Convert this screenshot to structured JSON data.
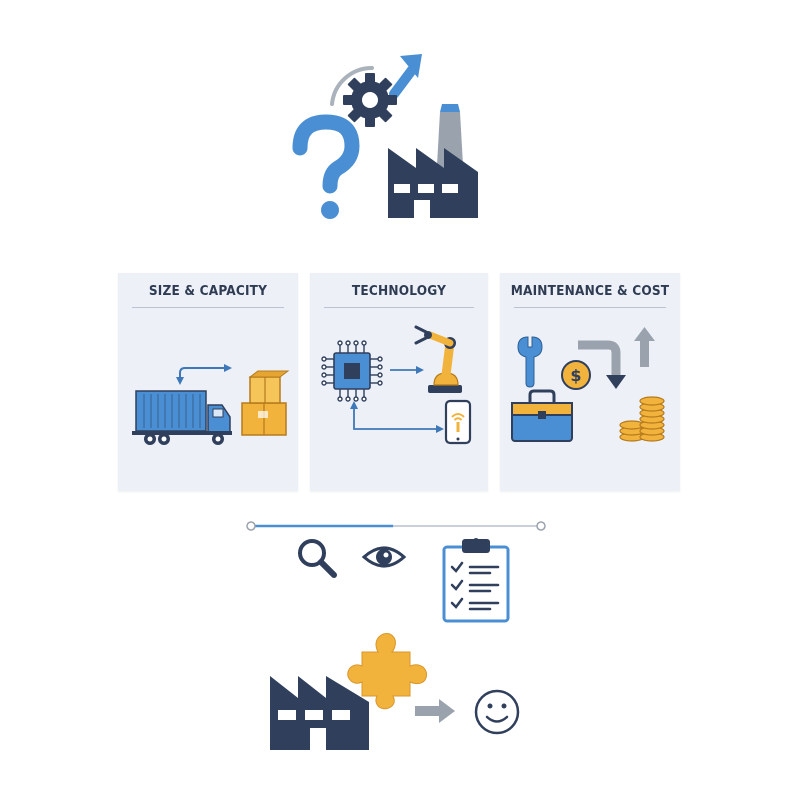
{
  "colors": {
    "navy": "#2f3f5c",
    "blue": "#4a8fd4",
    "blue_dark": "#3f78b8",
    "amber": "#f2b33d",
    "amber_dark": "#d9962a",
    "gray": "#9aa3ad",
    "panel_bg": "#edf1f7"
  },
  "icons": {
    "top": [
      "question-mark-icon",
      "gear-icon",
      "growth-arrow-icon",
      "factory-icon"
    ],
    "size_capacity": [
      "truck-icon",
      "boxes-icon",
      "transfer-arrow-icon"
    ],
    "technology": [
      "chip-icon",
      "robot-arm-icon",
      "smartphone-icon"
    ],
    "maintenance_cost": [
      "wrench-icon",
      "dollar-coin-icon",
      "toolbox-icon",
      "down-arrow-icon",
      "up-arrow-icon",
      "coin-stack-icon"
    ],
    "evaluation": [
      "magnifier-icon",
      "eye-icon",
      "checklist-clipboard-icon"
    ],
    "result": [
      "factory-icon",
      "puzzle-piece-icon",
      "right-arrow-icon",
      "smiley-icon"
    ]
  },
  "panels": [
    {
      "id": "size_capacity",
      "title": "SIZE & CAPACITY"
    },
    {
      "id": "technology",
      "title": "TECHNOLOGY"
    },
    {
      "id": "maintenance_cost",
      "title": "MAINTENANCE & COST"
    }
  ],
  "progress": {
    "value": 0.49
  }
}
